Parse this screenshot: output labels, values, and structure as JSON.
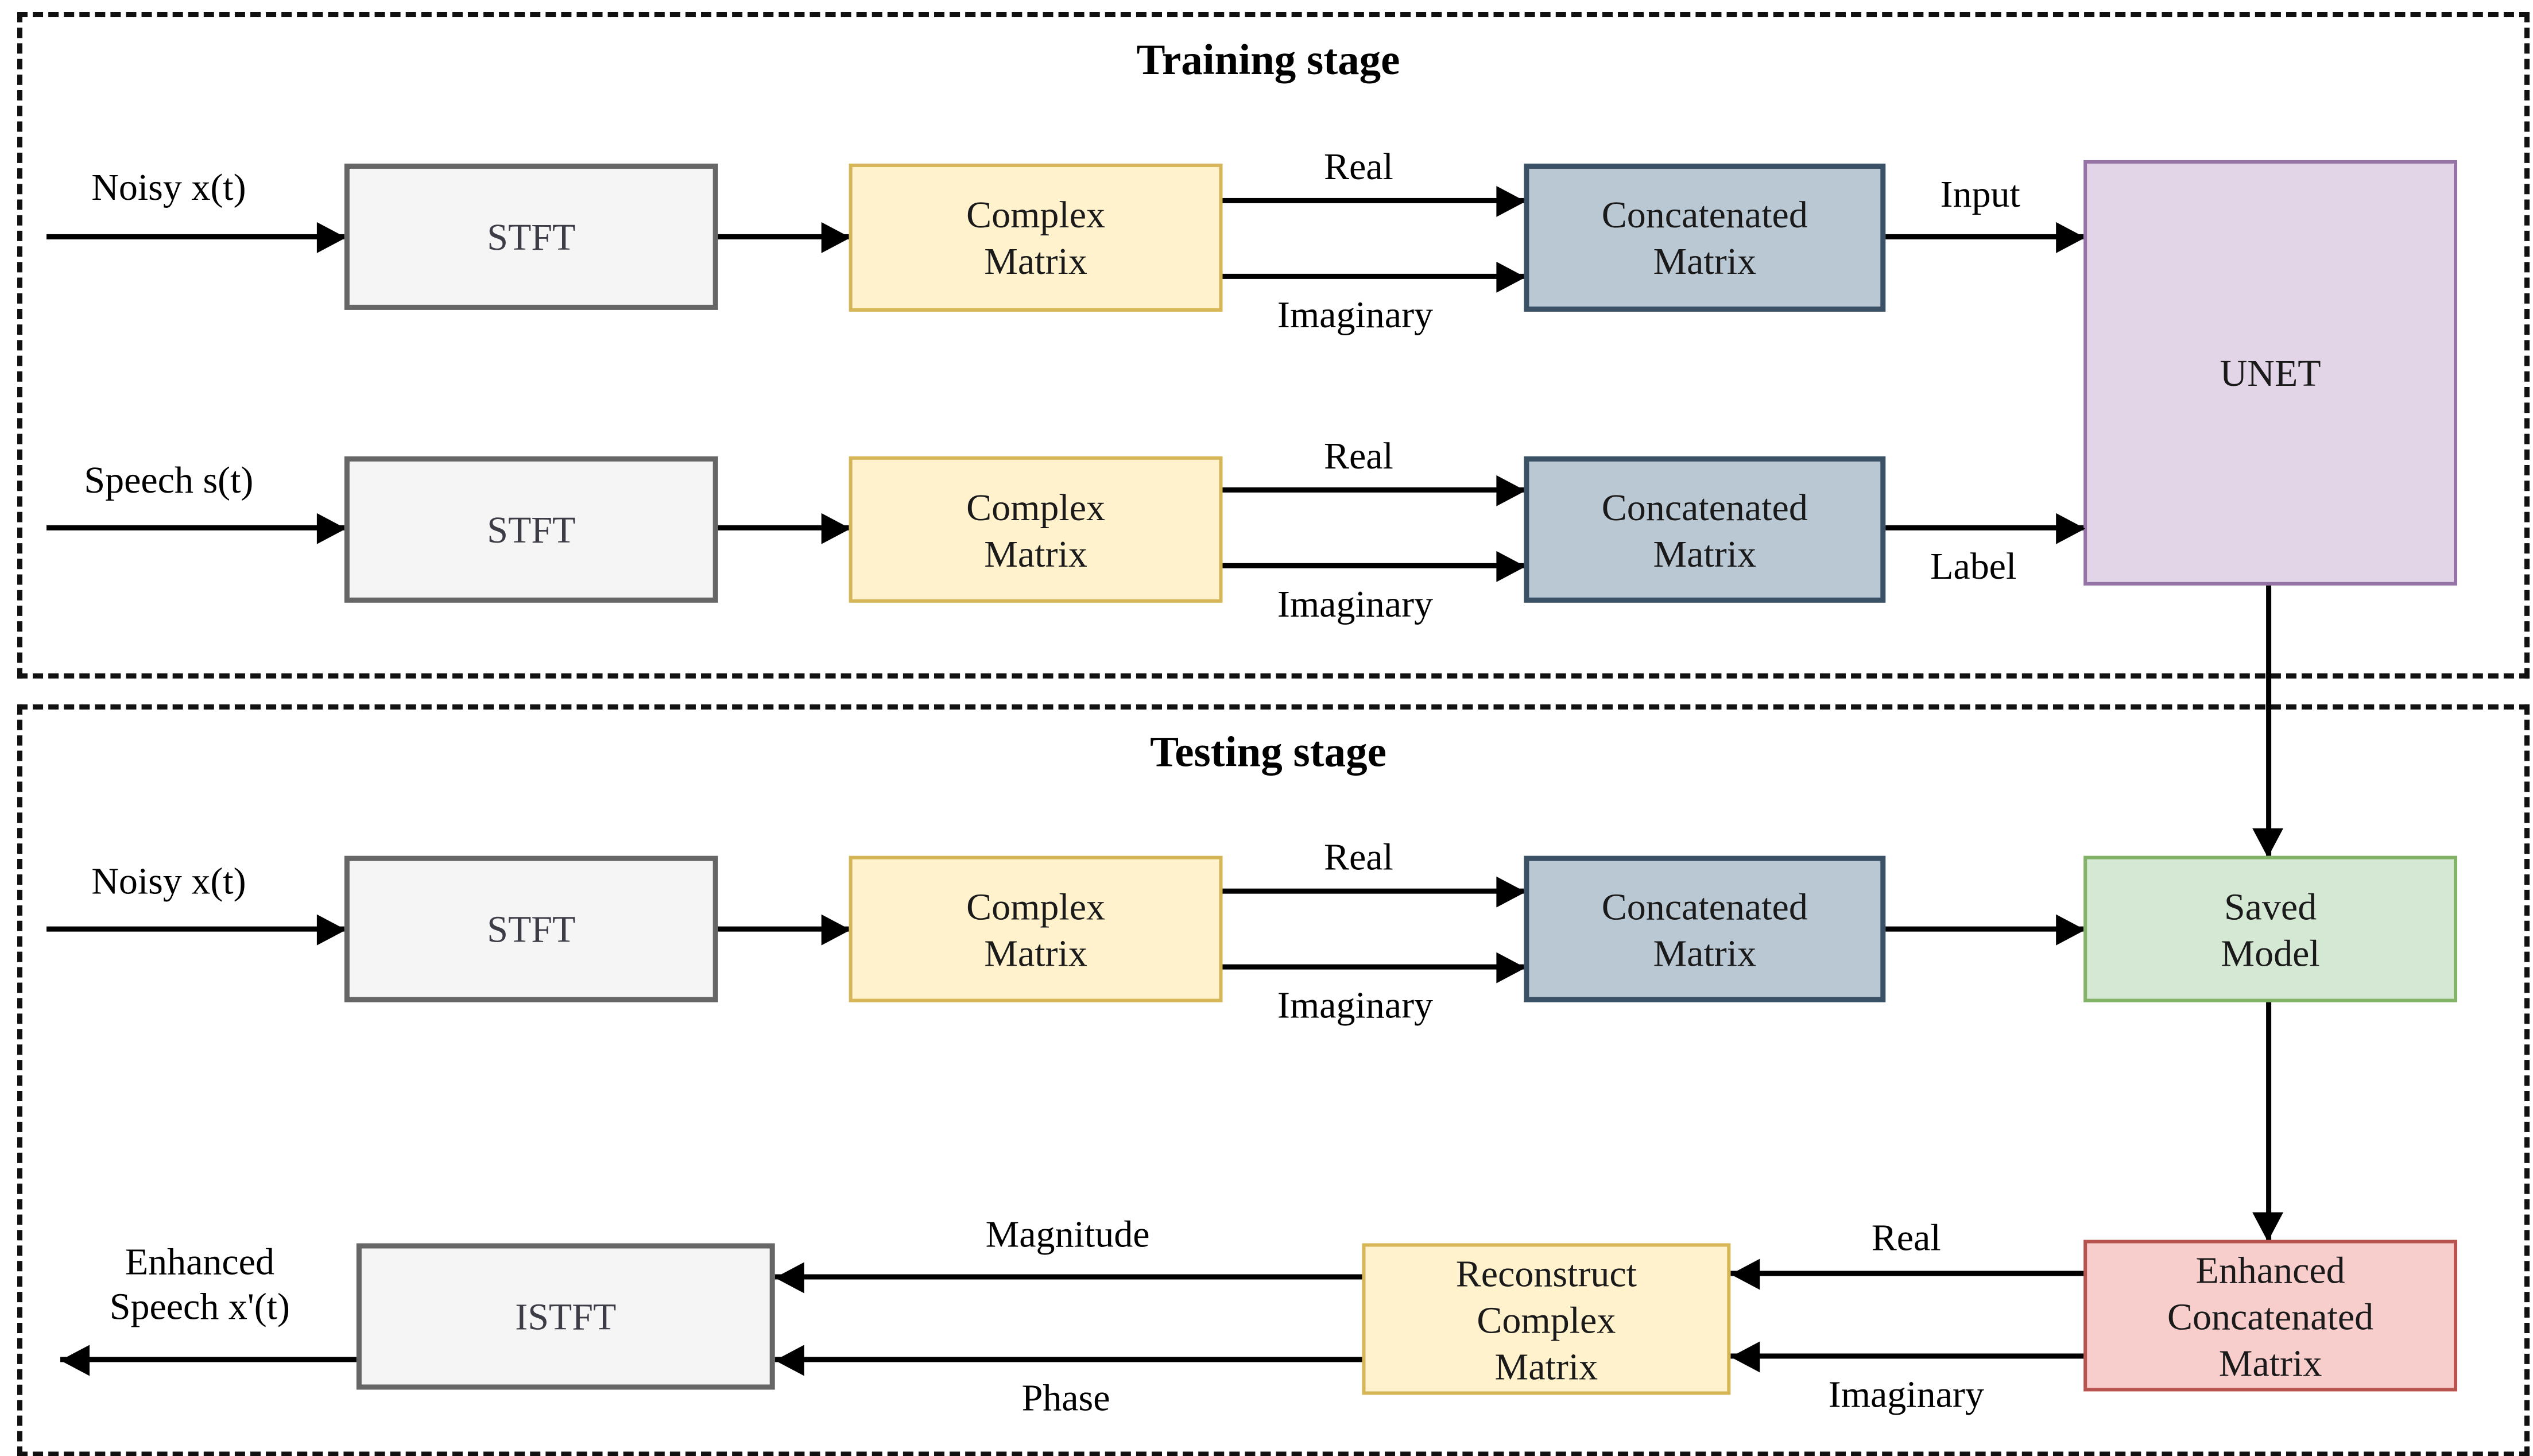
{
  "colors": {
    "gray": {
      "fill": "#f5f5f5",
      "stroke": "#666666"
    },
    "yellow": {
      "fill": "#fff2cc",
      "stroke": "#d6b656"
    },
    "blue": {
      "fill": "#bac8d3",
      "stroke": "#3b5166"
    },
    "purple": {
      "fill": "#e1d5e7",
      "stroke": "#9673a6"
    },
    "green": {
      "fill": "#d5e8d4",
      "stroke": "#82b366"
    },
    "red": {
      "fill": "#f8cecc",
      "stroke": "#b85450"
    },
    "arrow": "#000000",
    "frame": "#111111"
  },
  "stages": {
    "training": {
      "title": "Training stage"
    },
    "testing": {
      "title": "Testing stage"
    }
  },
  "nodes": {
    "t1_stft": {
      "label": "STFT"
    },
    "t1_complex": {
      "label": "Complex\nMatrix"
    },
    "t1_concat": {
      "label": "Concatenated\nMatrix"
    },
    "t2_stft": {
      "label": "STFT"
    },
    "t2_complex": {
      "label": "Complex\nMatrix"
    },
    "t2_concat": {
      "label": "Concatenated\nMatrix"
    },
    "unet": {
      "label": "UNET"
    },
    "s_stft": {
      "label": "STFT"
    },
    "s_complex": {
      "label": "Complex\nMatrix"
    },
    "s_concat": {
      "label": "Concatenated\nMatrix"
    },
    "saved_model": {
      "label": "Saved\nModel"
    },
    "enhanced_concat": {
      "label": "Enhanced\nConcatenated\nMatrix"
    },
    "reconstruct": {
      "label": "Reconstruct\nComplex\nMatrix"
    },
    "istft": {
      "label": "ISTFT"
    }
  },
  "edge_labels": {
    "t1_real": "Real",
    "t1_imaginary": "Imaginary",
    "t1_input": "Input",
    "t2_real": "Real",
    "t2_imaginary": "Imaginary",
    "t2_label": "Label",
    "s_real": "Real",
    "s_imaginary": "Imaginary",
    "b_real": "Real",
    "b_imaginary": "Imaginary",
    "magnitude": "Magnitude",
    "phase": "Phase"
  },
  "io_labels": {
    "t1_input_signal": "Noisy x(t)",
    "t2_input_signal": "Speech s(t)",
    "s_input_signal": "Noisy x(t)",
    "output_signal": "Enhanced\nSpeech x'(t)"
  }
}
